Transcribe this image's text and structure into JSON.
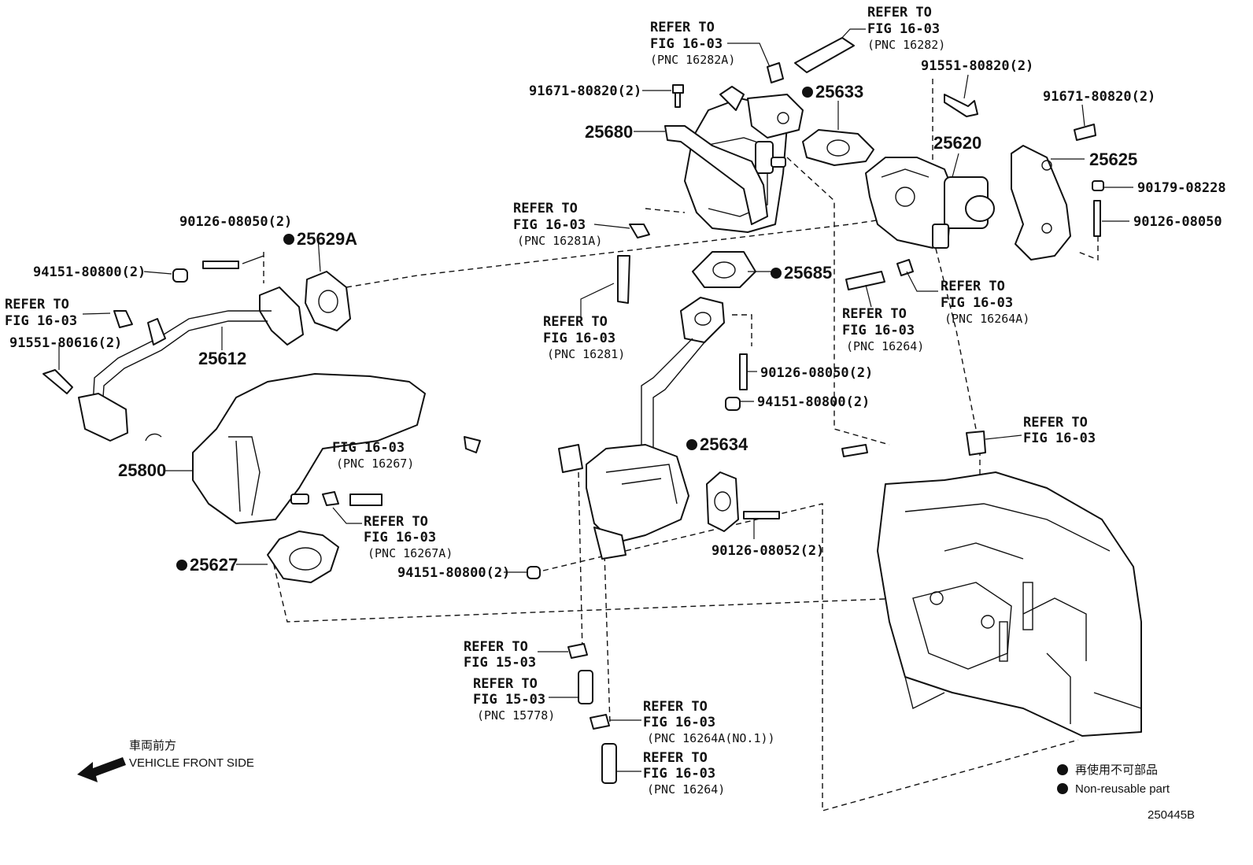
{
  "parts": {
    "p25680": "25680",
    "p25633": "25633",
    "p25620": "25620",
    "p25625": "25625",
    "p25629A": "25629A",
    "p25685": "25685",
    "p25612": "25612",
    "p25800": "25800",
    "p25627": "25627",
    "p25634": "25634"
  },
  "fasteners": {
    "f1": "91671-80820(2)",
    "f2": "91551-80820(2)",
    "f3": "91671-80820(2)",
    "f4": "90179-08228",
    "f5": "90126-08050",
    "f6": "90126-08050(2)",
    "f7": "94151-80800(2)",
    "f8": "91551-80616(2)",
    "f9": "90126-08050(2)",
    "f10": "94151-80800(2)",
    "f11": "90126-08052(2)",
    "f12": "94151-80800(2)"
  },
  "refs": {
    "refer_to": "REFER TO",
    "r1_fig": "FIG 16-03",
    "r1_pnc": "(PNC 16282A)",
    "r2_fig": "FIG 16-03",
    "r2_pnc": "(PNC 16282)",
    "r3_fig": "FIG 16-03",
    "r3_pnc": "(PNC 16281A)",
    "r4_fig": "FIG 16-03",
    "r5_fig": "FIG 16-03",
    "r5_pnc": "(PNC 16281)",
    "r6_fig": "FIG 16-03",
    "r6_pnc": "(PNC 16264)",
    "r7_fig": "FIG 16-03",
    "r7_pnc": "(PNC 16264A)",
    "r8_fig": "FIG 16-03",
    "r9_fig": "FIG 16-03",
    "r9_pnc": "(PNC 16267)",
    "r10_fig": "FIG 16-03",
    "r10_pnc": "(PNC 16267A)",
    "r11_fig": "FIG 15-03",
    "r12_fig": "FIG 15-03",
    "r12_pnc": "(PNC 15778)",
    "r13_fig": "FIG 16-03",
    "r13_pnc": "(PNC 16264A(NO.1))",
    "r14_fig": "FIG 16-03",
    "r14_pnc": "(PNC 16264)"
  },
  "direction": {
    "jp": "車両前方",
    "en": "VEHICLE FRONT SIDE"
  },
  "legend": {
    "jp": "再使用不可部品",
    "en": "Non-reusable part"
  },
  "diagram_id": "250445B"
}
